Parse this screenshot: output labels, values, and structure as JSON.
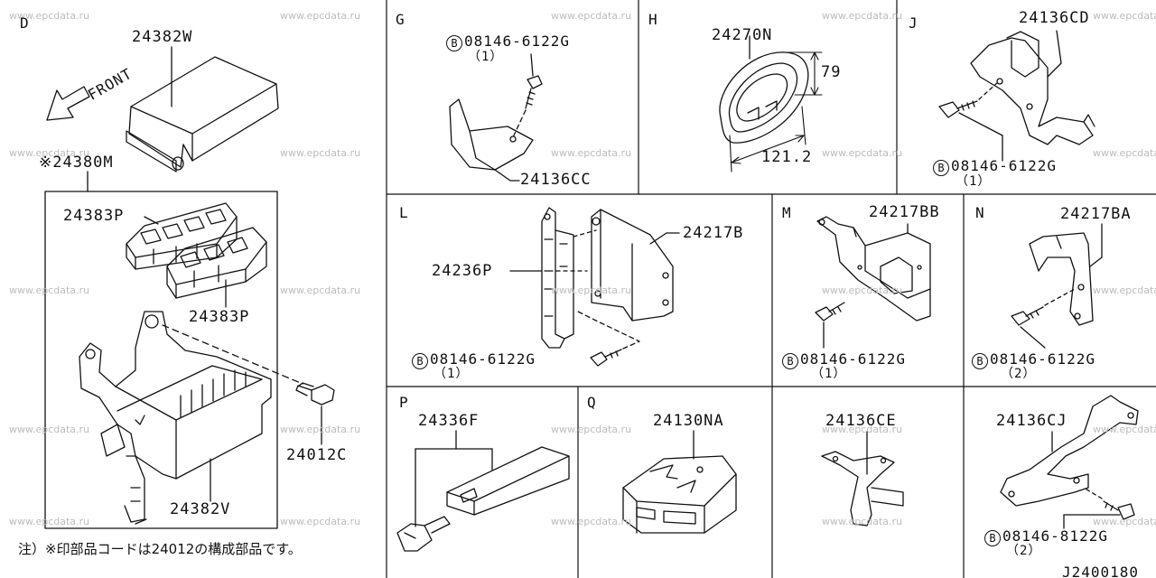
{
  "watermark": "www.epcdata.ru",
  "sections": {
    "D": "D",
    "G": "G",
    "H": "H",
    "J": "J",
    "L": "L",
    "M": "M",
    "N": "N",
    "P": "P",
    "Q": "Q"
  },
  "labels": {
    "front": "FRONT",
    "d_cover": "24382W",
    "d_box": "※24380M",
    "d_relay_1": "24383P",
    "d_relay_2": "24383P",
    "d_bolt": "24012C",
    "d_holder": "24382V",
    "g_bolt": "08146-6122G",
    "g_bolt_qty": "（1）",
    "g_bracket": "24136CC",
    "h_grommet": "24270N",
    "h_dim_height": "79",
    "h_dim_width": "121.2",
    "j_bracket": "24136CD",
    "j_bolt": "08146-6122G",
    "j_bolt_qty": "（1）",
    "l_bracket": "24217B",
    "l_plate": "24236P",
    "l_bolt": "08146-6122G",
    "l_bolt_qty": "（1）",
    "m_bracket": "24217BB",
    "m_bolt": "08146-6122G",
    "m_bolt_qty": "（1）",
    "n_bracket": "24217BA",
    "n_bolt": "08146-6122G",
    "n_bolt_qty": "（2）",
    "p_fuse": "24336F",
    "q_connector": "24130NA",
    "r_bracket": "24136CE",
    "s_bracket": "24136CJ",
    "s_bolt": "08146-8122G",
    "s_bolt_qty": "（2）"
  },
  "bolt_symbol": "B",
  "footnote": "注）※印部品コードは24012の構成部品です。",
  "drawing_code": "J2400180"
}
